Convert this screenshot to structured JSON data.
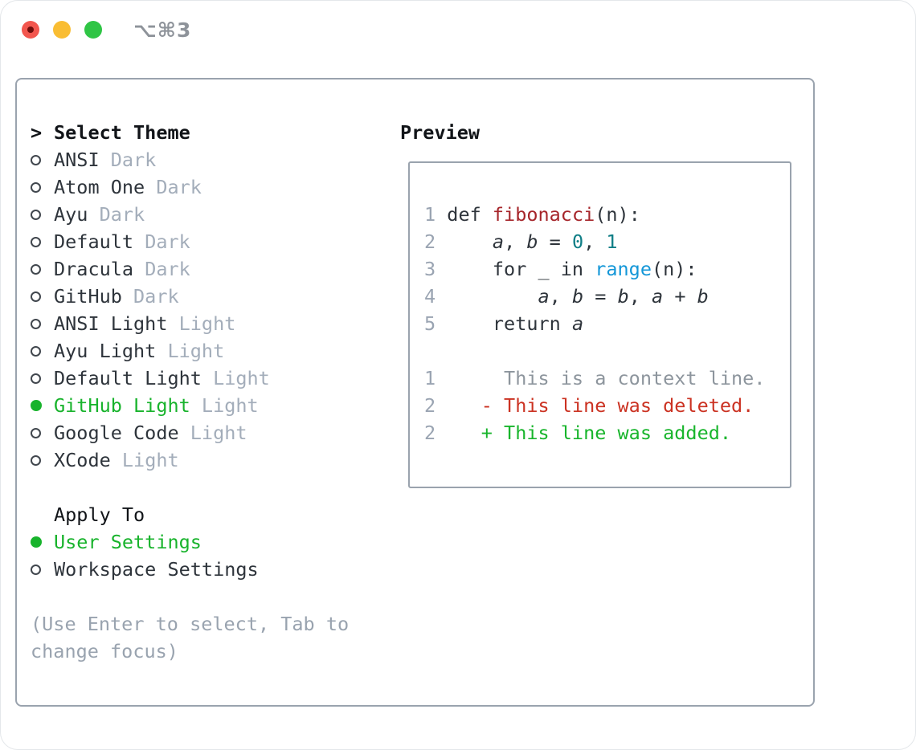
{
  "window": {
    "title": "⌥⌘3"
  },
  "titlebar": {
    "buttons": [
      "close",
      "minimize",
      "zoom"
    ]
  },
  "theme_panel": {
    "header": {
      "marker": ">",
      "label": "Select Theme"
    },
    "themes": [
      {
        "name": "ANSI",
        "variant": "Dark",
        "selected": false
      },
      {
        "name": "Atom One",
        "variant": "Dark",
        "selected": false
      },
      {
        "name": "Ayu",
        "variant": "Dark",
        "selected": false
      },
      {
        "name": "Default",
        "variant": "Dark",
        "selected": false
      },
      {
        "name": "Dracula",
        "variant": "Dark",
        "selected": false
      },
      {
        "name": "GitHub",
        "variant": "Dark",
        "selected": false
      },
      {
        "name": "ANSI Light",
        "variant": "Light",
        "selected": false
      },
      {
        "name": "Ayu Light",
        "variant": "Light",
        "selected": false
      },
      {
        "name": "Default Light",
        "variant": "Light",
        "selected": false
      },
      {
        "name": "GitHub Light",
        "variant": "Light",
        "selected": true
      },
      {
        "name": "Google Code",
        "variant": "Light",
        "selected": false
      },
      {
        "name": "XCode",
        "variant": "Light",
        "selected": false
      }
    ],
    "apply_to": {
      "label": "Apply To",
      "options": [
        {
          "name": "User Settings",
          "selected": true
        },
        {
          "name": "Workspace Settings",
          "selected": false
        }
      ]
    },
    "help_text": "(Use Enter to select, Tab to change focus)"
  },
  "preview": {
    "label": "Preview",
    "lines": [
      [
        [
          "ln",
          "1"
        ],
        [
          "code",
          " def "
        ],
        [
          "fn",
          "fibonacci"
        ],
        [
          "code",
          "(n):"
        ]
      ],
      [
        [
          "ln",
          "2"
        ],
        [
          "code",
          "     "
        ],
        [
          "var",
          "a"
        ],
        [
          "code",
          ", "
        ],
        [
          "var",
          "b"
        ],
        [
          "code",
          " = "
        ],
        [
          "num",
          "0"
        ],
        [
          "code",
          ", "
        ],
        [
          "num",
          "1"
        ]
      ],
      [
        [
          "ln",
          "3"
        ],
        [
          "code",
          "     for _ in "
        ],
        [
          "bi",
          "range"
        ],
        [
          "code",
          "(n):"
        ]
      ],
      [
        [
          "ln",
          "4"
        ],
        [
          "code",
          "         "
        ],
        [
          "var",
          "a"
        ],
        [
          "code",
          ", "
        ],
        [
          "var",
          "b"
        ],
        [
          "code",
          " = "
        ],
        [
          "var",
          "b"
        ],
        [
          "code",
          ", "
        ],
        [
          "var",
          "a"
        ],
        [
          "code",
          " + "
        ],
        [
          "var",
          "b"
        ]
      ],
      [
        [
          "ln",
          "5"
        ],
        [
          "code",
          "     return "
        ],
        [
          "var",
          "a"
        ]
      ],
      [],
      [
        [
          "ln",
          "1"
        ],
        [
          "ctx",
          "      This is a context line."
        ]
      ],
      [
        [
          "ln",
          "2"
        ],
        [
          "del",
          "    - This line was deleted."
        ]
      ],
      [
        [
          "ln",
          "2"
        ],
        [
          "add",
          "    + This line was added."
        ]
      ]
    ]
  },
  "colors": {
    "panel_border": "#9aa3ae",
    "accent_green": "#18b32c",
    "function_red": "#a6262b",
    "number_teal": "#0f7e86",
    "builtin_blue": "#1497d8",
    "deleted_red": "#cb3222",
    "added_green": "#18b52c",
    "muted_gray": "#99a3af",
    "traffic_red": "#f2564e",
    "traffic_yellow": "#f9bd33",
    "traffic_green": "#2fc545"
  }
}
